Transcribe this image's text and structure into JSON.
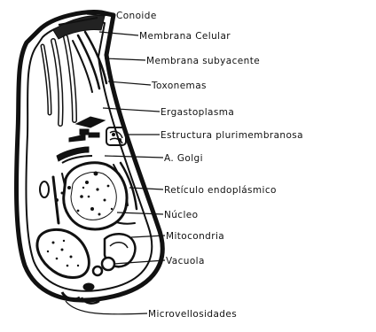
{
  "labels": {
    "conoide": "Conoide",
    "membrana_celular": "Membrana Celular",
    "membrana_subyacente": "Membrana subyacente",
    "toxonemas": "Toxonemas",
    "ergastoplasma": "Ergastoplasma",
    "estructura_plurimembranosa": "Estructura plurimembranosa",
    "aparato_golgi": "A. Golgi",
    "reticulo": "Retículo endoplásmico",
    "nucleo": "Núcleo",
    "mitocondria": "Mitocondria",
    "vacuola": "Vacuola",
    "microvellosidades": "Microvellosidades"
  },
  "colors": {
    "ink": "#111111",
    "paper": "#ffffff"
  }
}
